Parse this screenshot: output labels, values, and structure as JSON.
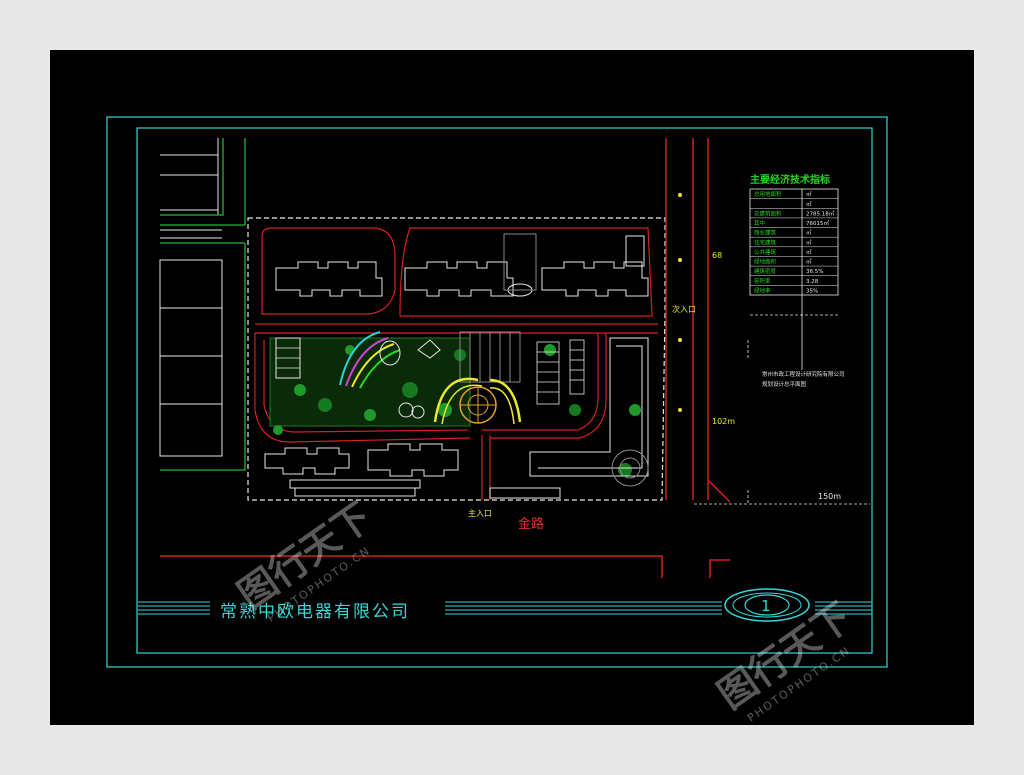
{
  "drawing": {
    "company_title": "常熟中欧电器有限公司",
    "sheet_number": "1",
    "road_label": "金路",
    "main_entrance_label": "主入口",
    "side_entrance_label": "次入口",
    "dim_right_vertical": "102m",
    "dim_right_top": "68",
    "dim_bottom_horizontal": "150m"
  },
  "legend_table": {
    "title": "主要经济技术指标",
    "rows": [
      [
        "总用地面积",
        "㎡"
      ],
      [
        "",
        "㎡"
      ],
      [
        "总建筑面积",
        "2785.18㎡"
      ],
      [
        "其中",
        "76015㎡"
      ],
      [
        "商业建筑",
        "㎡"
      ],
      [
        "住宅建筑",
        "㎡"
      ],
      [
        "公共建筑",
        "㎡"
      ],
      [
        "绿地面积",
        "㎡"
      ],
      [
        "建筑密度",
        "36.5%"
      ],
      [
        "容积率",
        "3.28"
      ],
      [
        "绿地率",
        "35%"
      ]
    ],
    "note_line1": "常州市政工程设计研究院有限公司",
    "note_line2": "规划设计总平面图"
  },
  "watermarks": {
    "brand": "图行天下",
    "url": "PHOTOPHOTO.CN"
  },
  "colors": {
    "frame_cyan": "#35d6d6",
    "lot_white": "#e6e6e6",
    "road_red": "#d42020",
    "vegetation_green": "#1f9a2a",
    "table_green": "#22d322",
    "text_red": "#e23030",
    "label_yellow": "#e8e830"
  }
}
